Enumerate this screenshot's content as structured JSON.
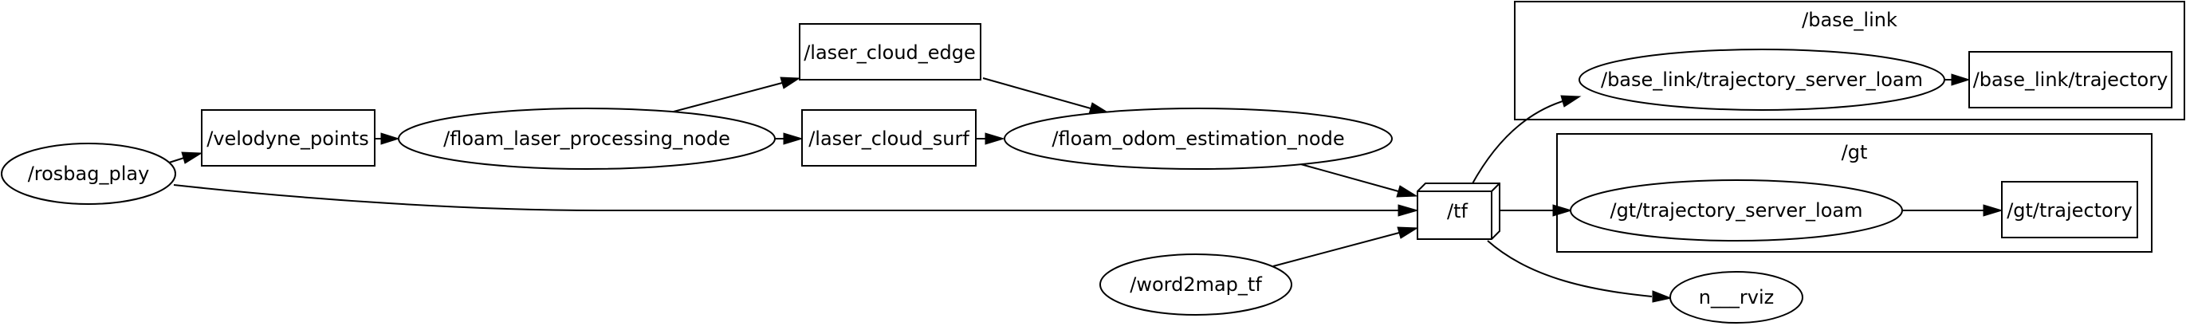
{
  "graph": {
    "clusters": {
      "base_link": "/base_link",
      "gt": "/gt"
    },
    "nodes": {
      "rosbag_play": "/rosbag_play",
      "velodyne_points": "/velodyne_points",
      "floam_laser_processing_node": "/floam_laser_processing_node",
      "laser_cloud_edge": "/laser_cloud_edge",
      "laser_cloud_surf": "/laser_cloud_surf",
      "floam_odom_estimation_node": "/floam_odom_estimation_node",
      "word2map_tf": "/word2map_tf",
      "tf": "/tf",
      "base_link_trajectory_server_loam": "/base_link/trajectory_server_loam",
      "base_link_trajectory": "/base_link/trajectory",
      "gt_trajectory_server_loam": "/gt/trajectory_server_loam",
      "gt_trajectory": "/gt/trajectory",
      "n_rviz": "n___rviz"
    }
  }
}
